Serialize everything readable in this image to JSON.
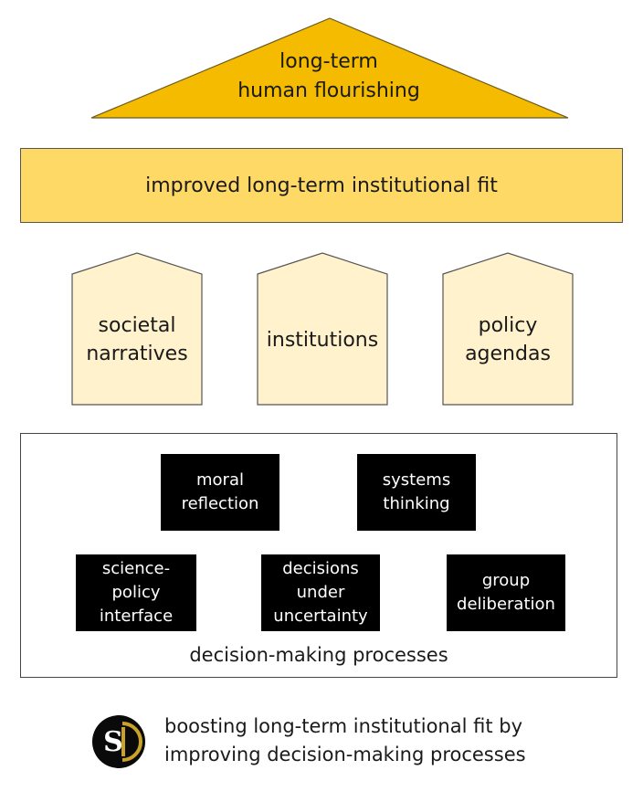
{
  "colors": {
    "roof": "#f4bb00",
    "beam": "#ffd966",
    "pillar": "#fff2cc",
    "process_block": "#000000",
    "outline": "#555555",
    "logo_gold": "#c9a227"
  },
  "roof": {
    "line1": "long-term",
    "line2": "human flourishing"
  },
  "beam": {
    "label": "improved long-term institutional fit"
  },
  "pillars": [
    {
      "line1": "societal",
      "line2": "narratives"
    },
    {
      "line1": "institutions",
      "line2": ""
    },
    {
      "line1": "policy",
      "line2": "agendas"
    }
  ],
  "processes": {
    "moral_reflection": [
      "moral",
      "reflection"
    ],
    "systems_thinking": [
      "systems",
      "thinking"
    ],
    "science_policy": [
      "science-",
      "policy",
      "interface"
    ],
    "decisions_uncertainty": [
      "decisions",
      "under",
      "uncertainty"
    ],
    "group_deliberation": [
      "group",
      "deliberation"
    ],
    "box_label": "decision-making processes"
  },
  "footer": {
    "logo_letter": "S",
    "logo_icon": "si-logo-icon",
    "caption_line1": "boosting long-term institutional fit by",
    "caption_line2": "improving decision-making processes"
  }
}
